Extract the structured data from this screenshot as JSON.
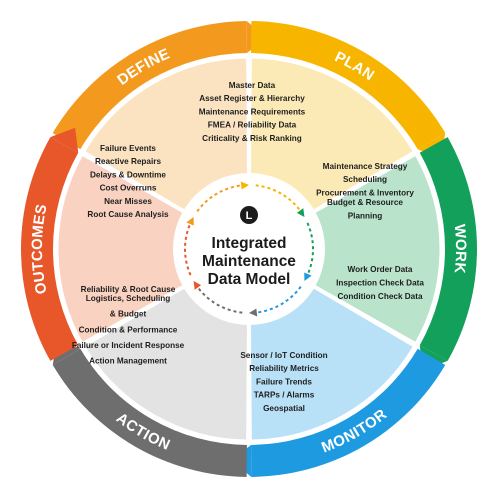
{
  "center": {
    "title_lines": [
      "Integrated",
      "Maintenance",
      "Data Model"
    ],
    "logo_letter": "L"
  },
  "stages": [
    {
      "id": "define",
      "label": "DEFINE",
      "ring_color": "#f39a1e",
      "fill_color": "#fbe3c2",
      "items": [
        "Master Data",
        "Asset Register & Hierarchy",
        "Maintenance Requirements",
        "FMEA / Reliability Data",
        "Criticality & Risk Ranking"
      ]
    },
    {
      "id": "plan",
      "label": "PLAN",
      "ring_color": "#f7b500",
      "fill_color": "#fceab6",
      "items": [
        "Maintenance Strategy",
        "Scheduling",
        "Procurement & Inventory",
        "Budget & Resource",
        "Planning"
      ]
    },
    {
      "id": "work",
      "label": "WORK",
      "ring_color": "#12a05a",
      "fill_color": "#b9e3cb",
      "items": [
        "Work Order Data",
        "Inspection Check Data",
        "Condition Check Data"
      ]
    },
    {
      "id": "monitor",
      "label": "MONITOR",
      "ring_color": "#1e9be0",
      "fill_color": "#b8e0f7",
      "items": [
        "Sensor / IoT Condition",
        "Reliability Metrics",
        "Failure Trends",
        "TARPs / Alarms",
        "Geospatial"
      ]
    },
    {
      "id": "action",
      "label": "ACTION",
      "ring_color": "#6e6e6e",
      "fill_color": "#e3e3e3",
      "items": [
        "Reliability & Root Cause",
        "Logistics, Scheduling",
        "& Budget",
        "Condition & Performance",
        "Failure or Incident Response",
        "Action Management"
      ]
    },
    {
      "id": "outcomes",
      "label": "OUTCOMES",
      "ring_color": "#e8572a",
      "fill_color": "#f9d2c2",
      "items": [
        "Failure Events",
        "Reactive Repairs",
        "Delays & Downtime",
        "Cost Overruns",
        "Near Misses",
        "Root Cause Analysis"
      ]
    }
  ]
}
